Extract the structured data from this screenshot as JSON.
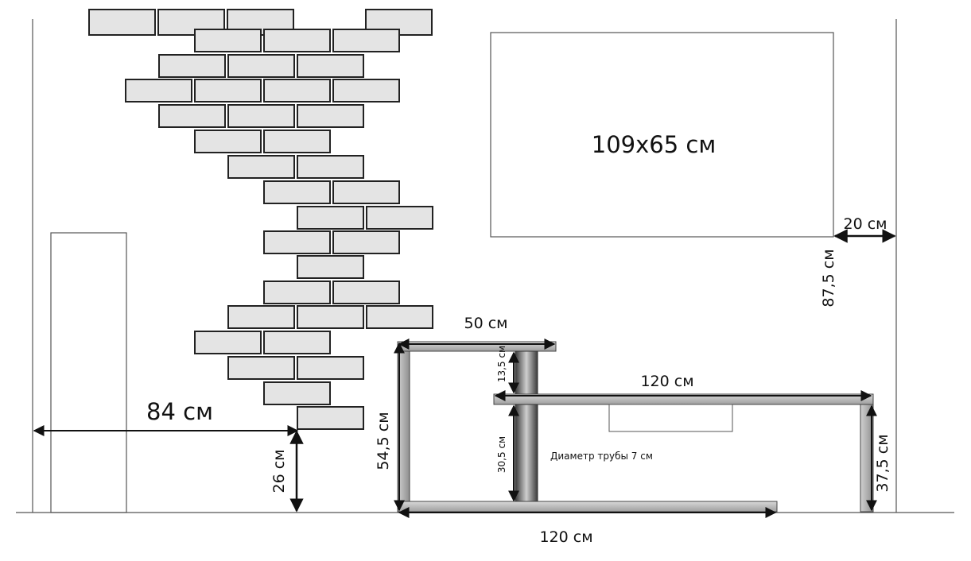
{
  "labels": {
    "tv_size": "109x65 см",
    "tv_side_gap": "20 см",
    "tv_height": "87,5 см",
    "brick_left_offset": "84 см",
    "brick_bottom_height": "26 см",
    "shelf_top_width": "50 см",
    "pipe_top_gap": "13,5 см",
    "shelf_mid_width": "120 см",
    "pipe_lower_gap": "30,5 см",
    "pipe_diameter_note": "Диаметр трубы 7 см",
    "unit_total_height": "54,5 см",
    "right_leg_height": "37,5 см",
    "bottom_width": "120 см"
  },
  "colors": {
    "brick_fill": "#e4e4e4",
    "brick_stroke": "#222222",
    "shelf_fill": "#bdbdbd",
    "pipe_dark": "#3a3a3a",
    "line": "#555555"
  }
}
